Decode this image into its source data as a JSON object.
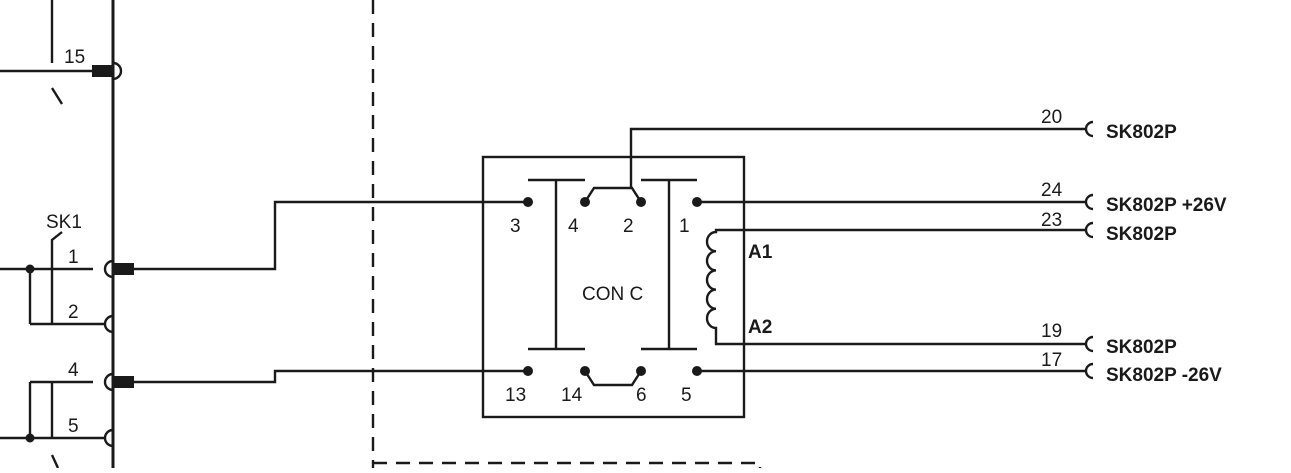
{
  "colors": {
    "ink": "#1a1a1a",
    "background": "#ffffff"
  },
  "left_bus": {
    "labels": {
      "t15": "15",
      "sk1": "SK1",
      "t1": "1",
      "t2": "2",
      "t4": "4",
      "t5": "5"
    }
  },
  "contactor": {
    "name": "CON C",
    "pins": {
      "p3": "3",
      "p4": "4",
      "p2": "2",
      "p1": "1",
      "p13": "13",
      "p14": "14",
      "p6": "6",
      "p5": "5"
    },
    "coil": {
      "a1": "A1",
      "a2": "A2"
    }
  },
  "connectors": [
    {
      "pin": "20",
      "label": "SK802P"
    },
    {
      "pin": "24",
      "label": "SK802P +26V"
    },
    {
      "pin": "23",
      "label": "SK802P"
    },
    {
      "pin": "19",
      "label": "SK802P"
    },
    {
      "pin": "17",
      "label": "SK802P -26V"
    }
  ]
}
